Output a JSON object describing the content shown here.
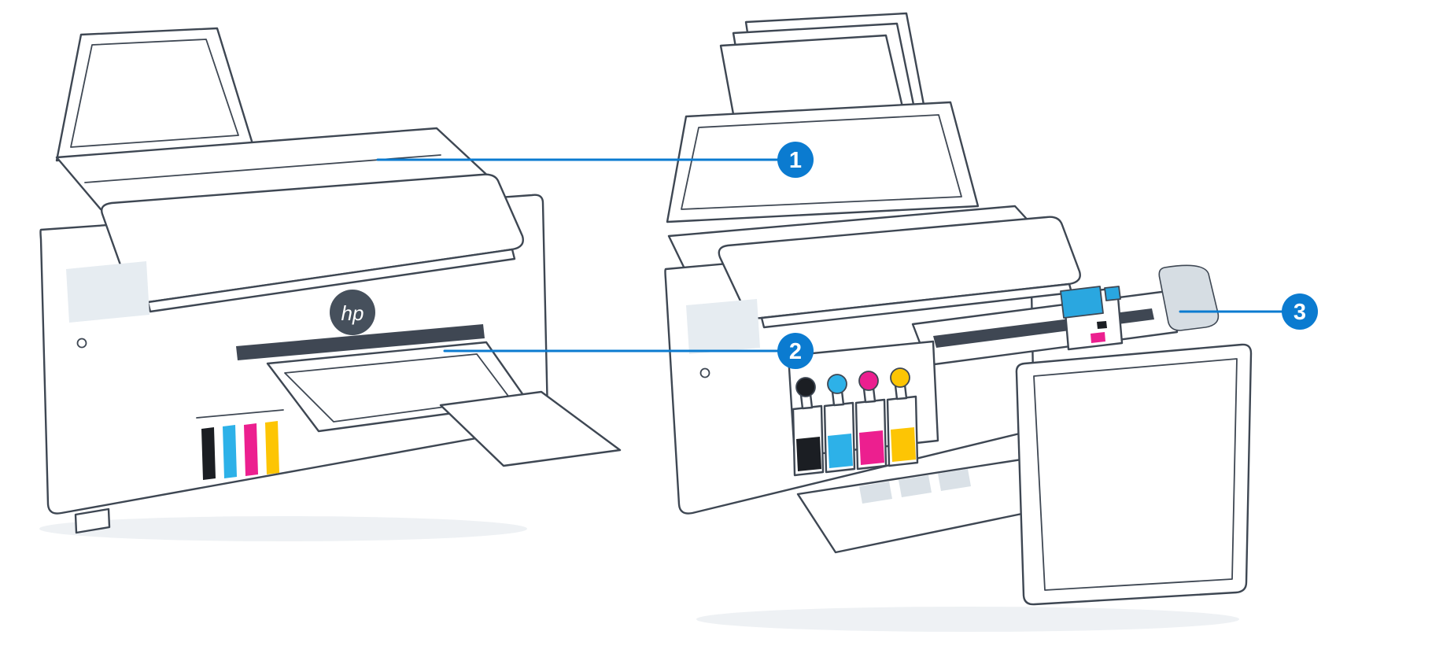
{
  "callouts": [
    {
      "number": "1",
      "target": "scanner-lid"
    },
    {
      "number": "2",
      "target": "output-tray-front-door"
    },
    {
      "number": "3",
      "target": "print-carriage"
    }
  ],
  "logo": {
    "text": "hp"
  },
  "colors": {
    "callout": "#0b7bd0",
    "logo_circle": "#46505c",
    "ink_black": "#1b1e23",
    "ink_cyan": "#2db1e8",
    "ink_magenta": "#ec1f8f",
    "ink_yellow": "#fdc504",
    "carriage_blue": "#2aa7e0"
  }
}
